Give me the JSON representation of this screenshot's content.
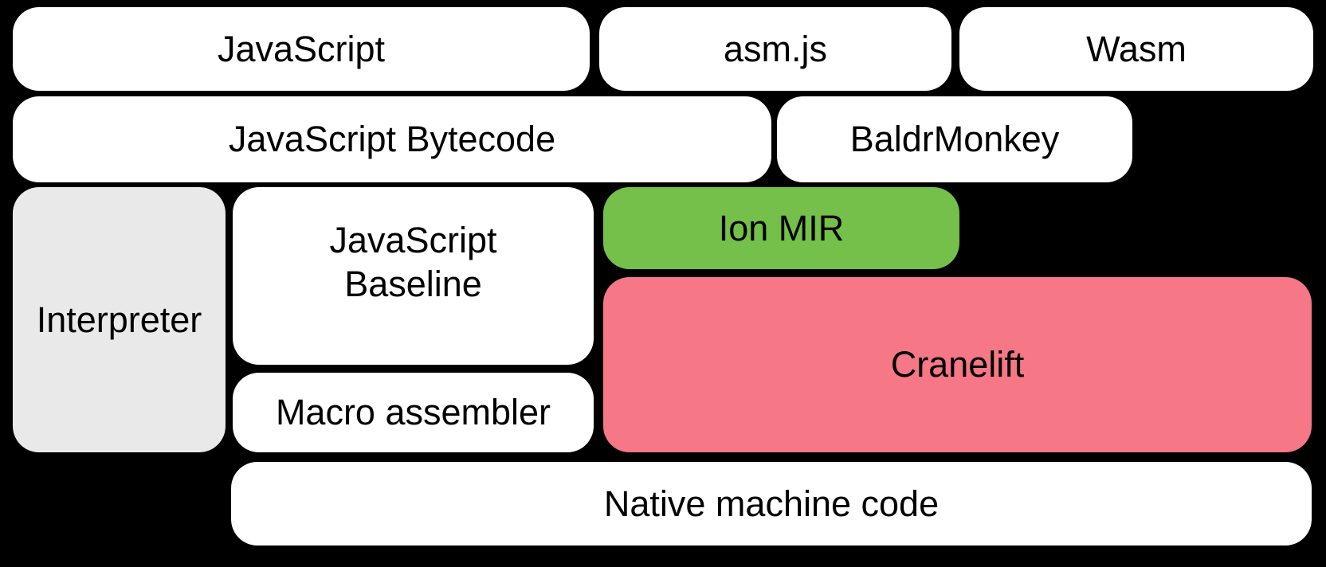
{
  "diagram": {
    "background": "#000000",
    "text_color": "#000000",
    "colors": {
      "box_default": "#ffffff",
      "interpreter_gray": "#e9e9e9",
      "ion_green": "#74c04a",
      "cranelift_pink": "#f67786"
    },
    "nodes": [
      {
        "id": "javascript",
        "label": "JavaScript",
        "fill": "#ffffff"
      },
      {
        "id": "asmjs",
        "label": "asm.js",
        "fill": "#ffffff"
      },
      {
        "id": "wasm",
        "label": "Wasm",
        "fill": "#ffffff"
      },
      {
        "id": "javascript-bytecode",
        "label": "JavaScript Bytecode",
        "fill": "#ffffff"
      },
      {
        "id": "baldrmonkey",
        "label": "BaldrMonkey",
        "fill": "#ffffff"
      },
      {
        "id": "interpreter",
        "label": "Interpreter",
        "fill": "#e9e9e9"
      },
      {
        "id": "javascript-baseline",
        "label": "JavaScript Baseline",
        "label_lines": [
          "JavaScript",
          "Baseline"
        ],
        "fill": "#ffffff"
      },
      {
        "id": "ion-mir",
        "label": "Ion MIR",
        "fill": "#74c04a"
      },
      {
        "id": "cranelift",
        "label": "Cranelift",
        "fill": "#f67786"
      },
      {
        "id": "macro-assembler",
        "label": "Macro assembler",
        "fill": "#ffffff"
      },
      {
        "id": "native-machine-code",
        "label": "Native machine code",
        "fill": "#ffffff"
      }
    ]
  }
}
